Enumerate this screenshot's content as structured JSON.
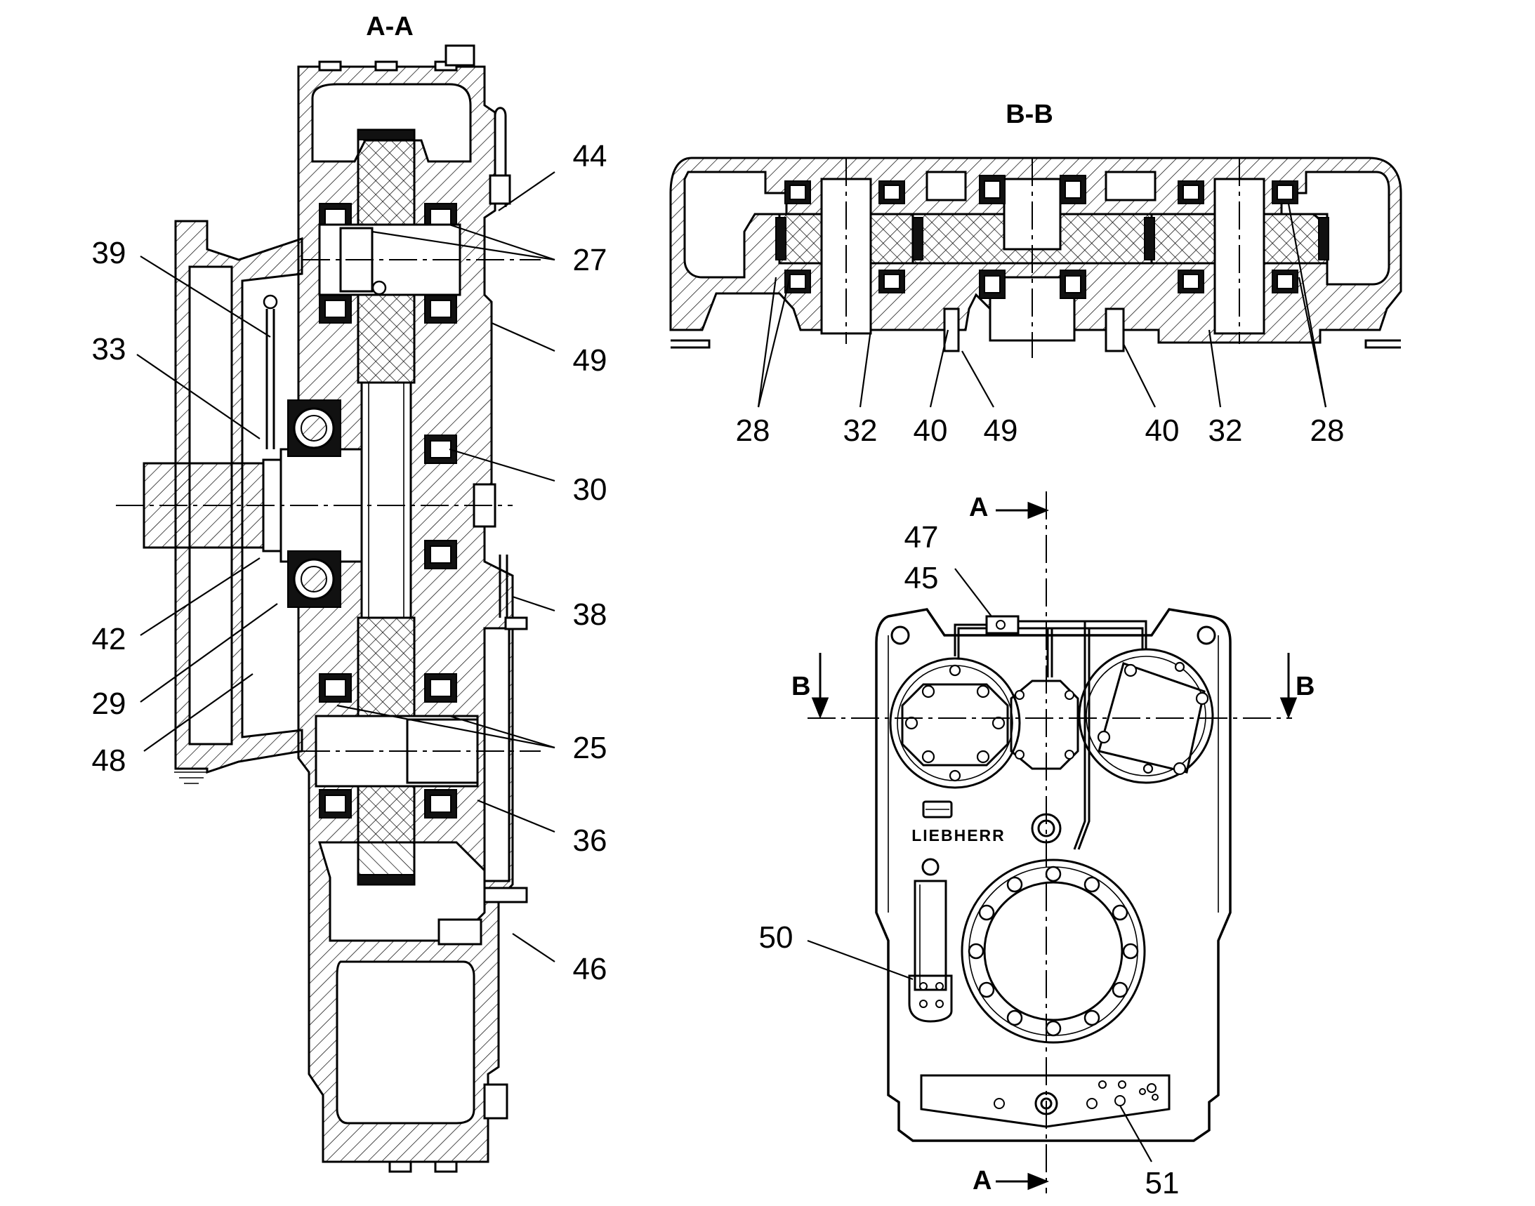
{
  "views": {
    "section_aa": {
      "title": "A-A"
    },
    "section_bb": {
      "title": "B-B"
    }
  },
  "cut_marks": {
    "a_top": "A",
    "a_bottom": "A",
    "b_left": "B",
    "b_right": "B"
  },
  "brand": "LIEBHERR",
  "callouts": {
    "c44": "44",
    "c27": "27",
    "c39": "39",
    "c49a": "49",
    "c33": "33",
    "c30": "30",
    "c38": "38",
    "c42": "42",
    "c29": "29",
    "c25": "25",
    "c48": "48",
    "c36": "36",
    "c46": "46",
    "bb28a": "28",
    "bb32a": "32",
    "bb40a": "40",
    "bb49": "49",
    "bb40b": "40",
    "bb32b": "32",
    "bb28b": "28",
    "c47": "47",
    "c45": "45",
    "c50": "50",
    "c51": "51"
  },
  "colors": {
    "line": "#000000",
    "background": "#ffffff",
    "bearing_fill": "#111111"
  }
}
